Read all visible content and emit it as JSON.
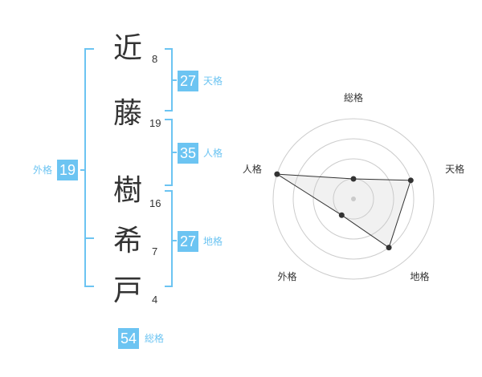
{
  "name": {
    "characters": [
      {
        "char": "近",
        "strokes": "8"
      },
      {
        "char": "藤",
        "strokes": "19"
      },
      {
        "char": "樹",
        "strokes": "16"
      },
      {
        "char": "希",
        "strokes": "7"
      },
      {
        "char": "戸",
        "strokes": "4"
      }
    ]
  },
  "kakusu": {
    "tenkaku": {
      "value": "27",
      "label": "天格"
    },
    "jinkaku": {
      "value": "35",
      "label": "人格"
    },
    "chikaku": {
      "value": "27",
      "label": "地格"
    },
    "gaikaku": {
      "value": "19",
      "label": "外格"
    },
    "soukaku": {
      "value": "54",
      "label": "総格"
    }
  },
  "colors": {
    "accent": "#6cc4f2",
    "text": "#333333",
    "grid": "#cccccc"
  },
  "chart_data": {
    "type": "radar",
    "axes": [
      "総格",
      "天格",
      "地格",
      "外格",
      "人格"
    ],
    "values": [
      1,
      3,
      3,
      1,
      4
    ],
    "max": 4
  }
}
